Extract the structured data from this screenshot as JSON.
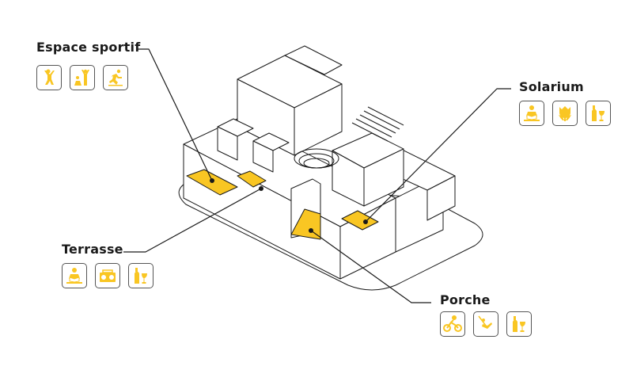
{
  "colors": {
    "accent": "#f9c623",
    "line": "#1a1a1a",
    "icon_border": "#555555"
  },
  "zones": [
    {
      "id": "espace-sportif",
      "label": "Espace sportif",
      "icons": [
        "climbing-icon",
        "fitness-icon",
        "running-icon"
      ]
    },
    {
      "id": "solarium",
      "label": "Solarium",
      "icons": [
        "reading-icon",
        "tulip-icon",
        "wine-icon"
      ]
    },
    {
      "id": "terrasse",
      "label": "Terrasse",
      "icons": [
        "reading-icon",
        "boombox-icon",
        "wine-icon"
      ]
    },
    {
      "id": "porche",
      "label": "Porche",
      "icons": [
        "cycling-icon",
        "swing-icon",
        "wine-icon"
      ]
    }
  ]
}
